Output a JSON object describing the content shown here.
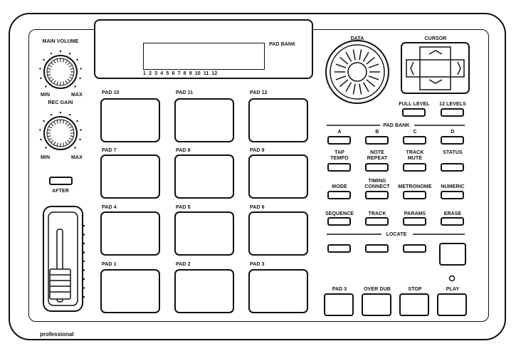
{
  "display": {
    "pad_bank_label": "PAD BANK",
    "numbers": [
      "1",
      "2",
      "3",
      "4",
      "5",
      "6",
      "7",
      "8",
      "9",
      "10",
      "11",
      "12"
    ]
  },
  "knobs": {
    "main_volume": "MAIN VOLUME",
    "rec_gain": "REC GAIN",
    "min": "MIN",
    "max": "MAX"
  },
  "after_label": "AFTER",
  "pads": {
    "row1": [
      "PAD 10",
      "PAD 11",
      "PAD 12"
    ],
    "row2": [
      "PAD 7",
      "PAD 8",
      "PAD 9"
    ],
    "row3": [
      "PAD 4",
      "PAD 5",
      "PAD 6"
    ],
    "row4": [
      "PAD 1",
      "PAD 2",
      "PAD 3"
    ]
  },
  "data_label": "DATA",
  "cursor_label": "CURSOR",
  "level_buttons": [
    "FULL LEVEL",
    "12 LEVELS"
  ],
  "pad_bank_section": {
    "title": "PAD BANK",
    "buttons": [
      "A",
      "B",
      "C",
      "D"
    ]
  },
  "func_row1": [
    [
      "TAP",
      "TEMPO"
    ],
    [
      "NOTE",
      "REPEAT"
    ],
    [
      "TRACK",
      "MUTE"
    ],
    [
      "STATUS"
    ]
  ],
  "func_row2": [
    [
      "MODE"
    ],
    [
      "TIMING",
      "CONNECT"
    ],
    [
      "METRONOME"
    ],
    [
      "NUMERIC"
    ]
  ],
  "func_row3": [
    "SEQUENCE",
    "TRACK",
    "PARAMS",
    "ERASE"
  ],
  "locate_label": "LOCATE",
  "transport": [
    "PAD 3",
    "OVER DUB",
    "STOP",
    "PLAY"
  ],
  "brand": "professional"
}
